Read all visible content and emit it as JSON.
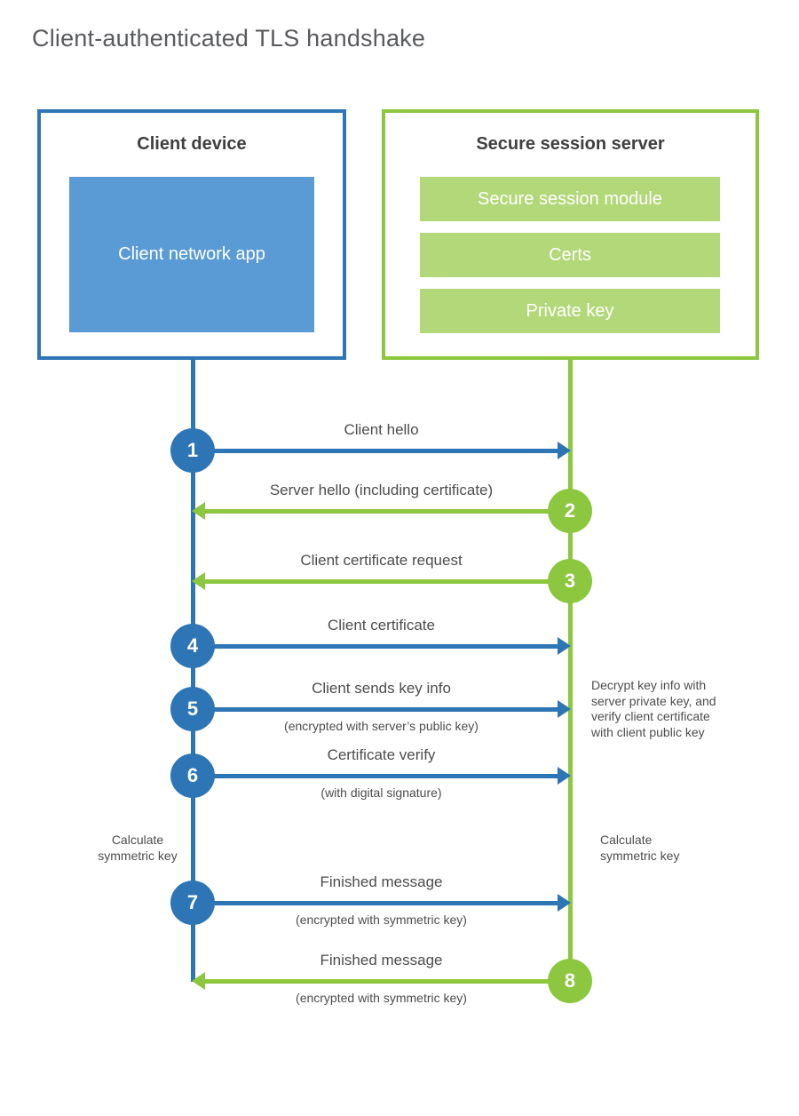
{
  "title": "Client-authenticated TLS handshake",
  "client": {
    "title": "Client device",
    "app_label": "Client network app"
  },
  "server": {
    "title": "Secure session server",
    "modules": [
      "Secure session module",
      "Certs",
      "Private key"
    ]
  },
  "steps": [
    {
      "number": "1",
      "label": "Client hello",
      "direction": "right",
      "color": "blue",
      "from": "client",
      "to": "server"
    },
    {
      "number": "2",
      "label": "Server hello (including certificate)",
      "direction": "left",
      "color": "green",
      "from": "server",
      "to": "client"
    },
    {
      "number": "3",
      "label": "Client certificate request",
      "direction": "left",
      "color": "green",
      "from": "server",
      "to": "client"
    },
    {
      "number": "4",
      "label": "Client certificate",
      "direction": "right",
      "color": "blue",
      "from": "client",
      "to": "server"
    },
    {
      "number": "5",
      "label": "Client sends key info",
      "sublabel": "(encrypted with server’s public key)",
      "direction": "right",
      "color": "blue",
      "from": "client",
      "to": "server"
    },
    {
      "number": "6",
      "label": "Certificate verify",
      "sublabel": "(with digital signature)",
      "direction": "right",
      "color": "blue",
      "from": "client",
      "to": "server"
    },
    {
      "number": "7",
      "label": "Finished message",
      "sublabel": "(encrypted with symmetric key)",
      "direction": "right",
      "color": "blue",
      "from": "client",
      "to": "server"
    },
    {
      "number": "8",
      "label": "Finished message",
      "sublabel": "(encrypted with symmetric key)",
      "direction": "left",
      "color": "green",
      "from": "server",
      "to": "client"
    }
  ],
  "notes": {
    "decrypt": "Decrypt key info with\nserver private key, and\nverify client certificate\nwith client public key",
    "calc_left": "Calculate\nsymmetric key",
    "calc_right": "Calculate\nsymmetric key"
  },
  "colors": {
    "blue": "#2e75b5",
    "light_blue": "#5b9bd5",
    "green": "#8dc63f",
    "light_green": "#b3d87a",
    "text_dark": "#3f3f3f",
    "text_gray": "#4d4d4d",
    "title_gray": "#595a5e"
  }
}
